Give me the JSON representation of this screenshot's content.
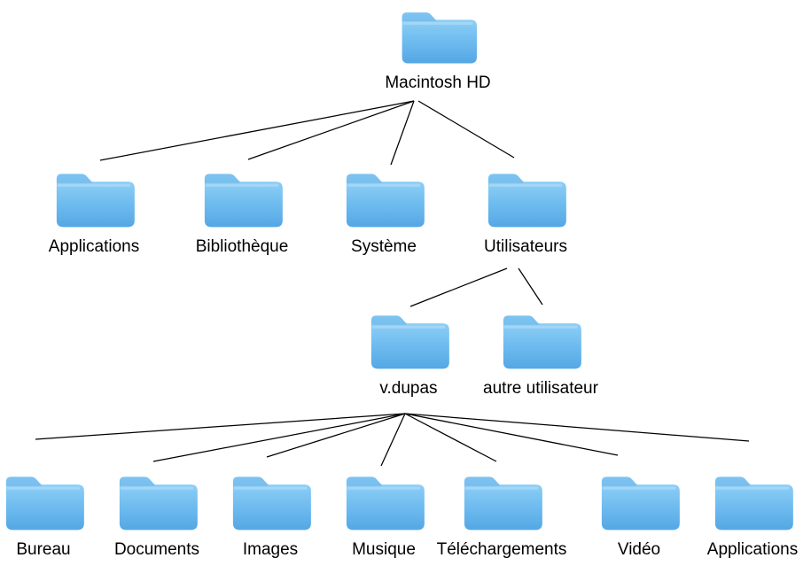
{
  "diagram": {
    "root": {
      "label": "Macintosh HD"
    },
    "system_folders": [
      "Applications",
      "Bibliothèque",
      "Système",
      "Utilisateurs"
    ],
    "user_folders": [
      "v.dupas",
      "autre utilisateur"
    ],
    "home_folders": [
      "Bureau",
      "Documents",
      "Images",
      "Musique",
      "Téléchargements",
      "Vidéo",
      "Applications"
    ],
    "icon": "blue-folder-icon",
    "colors": {
      "folder_gradient_top": "#98D5F8",
      "folder_gradient_mid": "#6FBCEF",
      "folder_gradient_bottom": "#54A7E5",
      "connector_line": "#000000",
      "background": "#FFFFFF",
      "label_text": "#000000"
    }
  }
}
